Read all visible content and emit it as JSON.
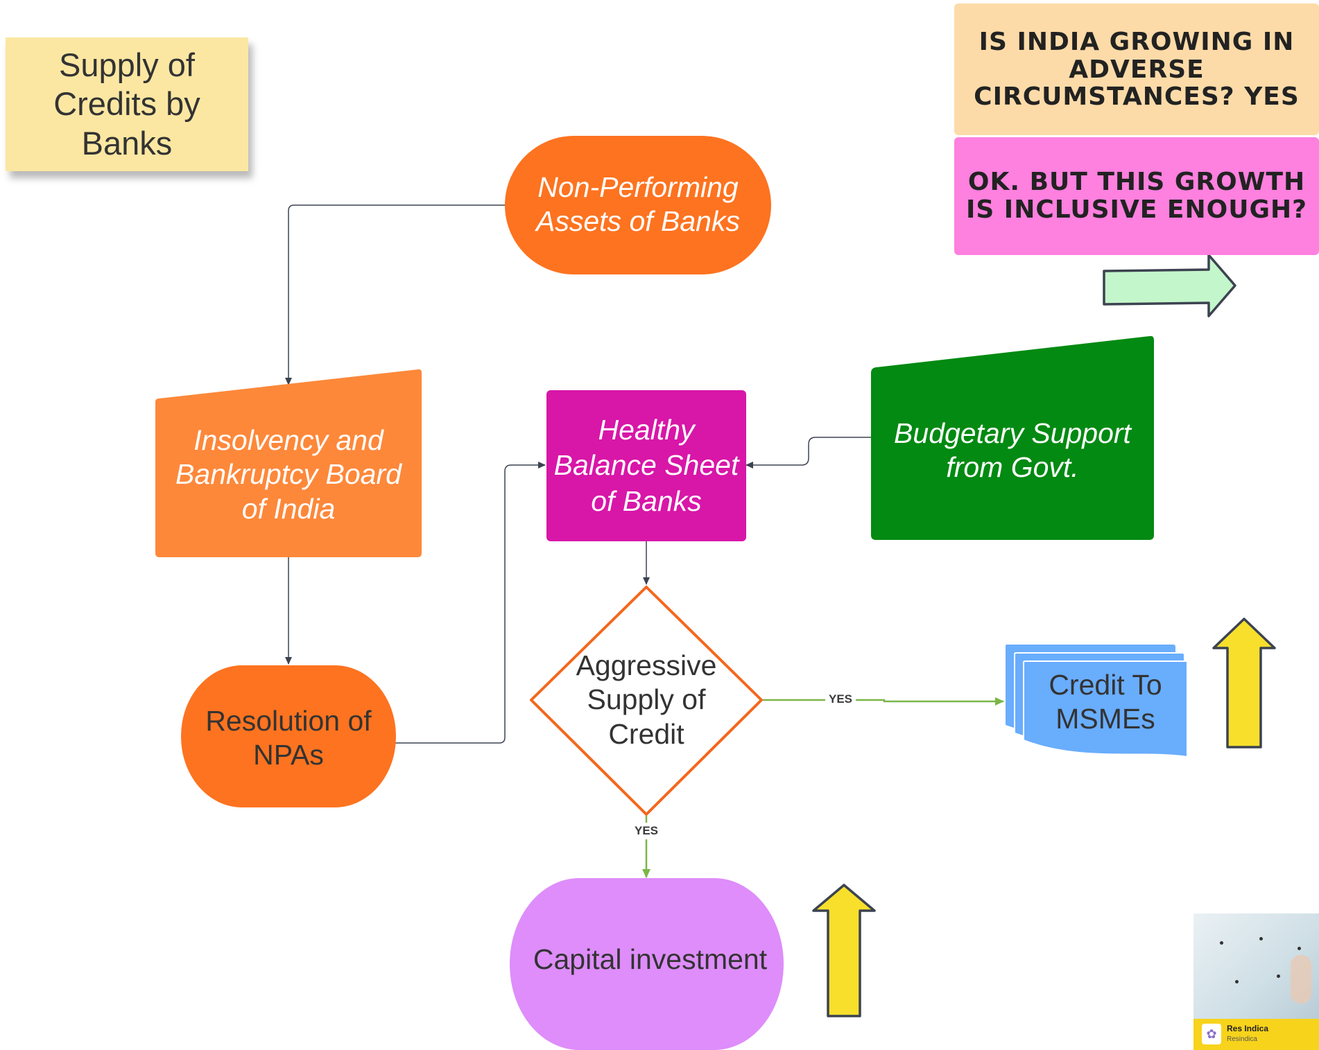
{
  "title": "Supply of Credits by Banks",
  "nodes": {
    "npa": "Non-Performing Assets of Banks",
    "ibbi": "Insolvency and Bankruptcy Board of India",
    "resolution": "Resolution of NPAs",
    "healthy": "Healthy Balance Sheet of Banks",
    "budget": "Budgetary Support from Govt.",
    "decision": "Aggressive Supply of Credit",
    "credit_msme": "Credit To MSMEs",
    "capital": "Capital investment"
  },
  "edges": {
    "yes_right": "YES",
    "yes_down": "YES"
  },
  "callouts": {
    "question1": "IS INDIA GROWING IN ADVERSE CIRCUMSTANCES? YES",
    "question2": "OK. BUT THIS GROWTH IS INCLUSIVE ENOUGH?"
  },
  "channel_card": {
    "name": "Res Indica",
    "handle": "Resindica"
  },
  "colors": {
    "orange": "#fd7320",
    "orange_light": "#fd883a",
    "magenta": "#d816a8",
    "green": "#028a12",
    "violet": "#de8dfa",
    "blue": "#69adfd",
    "yellow": "#f8df2c",
    "mint": "#c4f6cb",
    "peach": "#fddba8",
    "pink": "#fe80df",
    "sticky": "#fbe7a2",
    "yes_line": "#7ab648"
  }
}
